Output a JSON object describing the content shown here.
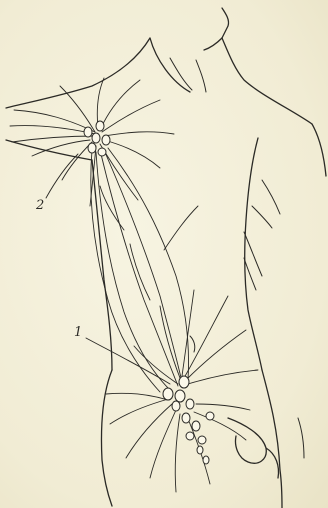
{
  "figure": {
    "labels": [
      {
        "id": "1",
        "text": "1"
      },
      {
        "id": "2",
        "text": "2"
      }
    ]
  },
  "icons": [
    "human-torso-outline",
    "axillary-lymph-node-cluster",
    "inguinal-lymph-node-cluster",
    "lymphatic-vessel-network"
  ],
  "colors": {
    "ink": "#2b2a26",
    "paper": "#f4f1dc"
  }
}
